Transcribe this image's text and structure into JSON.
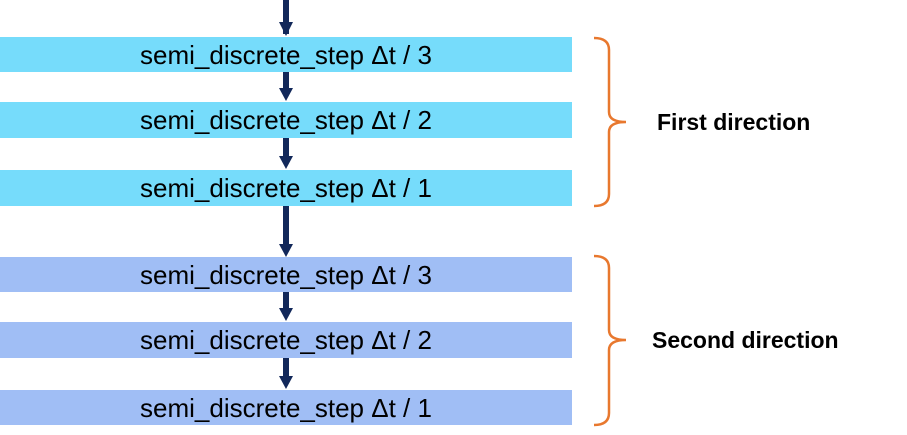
{
  "colors": {
    "first_box": "#76dcfb",
    "second_box": "#a0bef5",
    "arrow": "#12285a",
    "brace": "#e8782e"
  },
  "groups": [
    {
      "label": "First direction",
      "steps": [
        {
          "label": "semi_discrete_step Δt / 3"
        },
        {
          "label": "semi_discrete_step Δt / 2"
        },
        {
          "label": "semi_discrete_step Δt / 1"
        }
      ]
    },
    {
      "label": "Second direction",
      "steps": [
        {
          "label": "semi_discrete_step Δt / 3"
        },
        {
          "label": "semi_discrete_step Δt / 2"
        },
        {
          "label": "semi_discrete_step Δt / 1"
        }
      ]
    }
  ]
}
